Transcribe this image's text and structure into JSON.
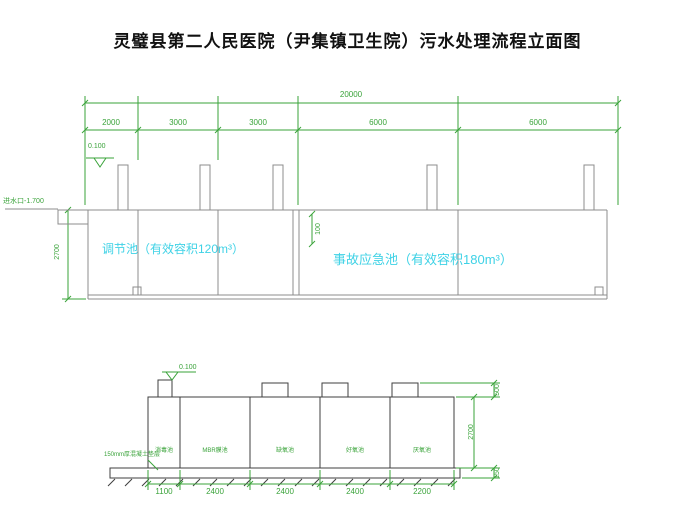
{
  "title": "灵璧县第二人民医院（尹集镇卫生院）污水处理流程立面图",
  "colors": {
    "dimension_green": "#3aa33a",
    "label_cyan": "#3fd2e6",
    "structure_gray": "#8c8c8c",
    "structure_dark": "#3f3f3f"
  },
  "upper": {
    "total_dim": "20000",
    "segment_dims": [
      "2000",
      "3000",
      "3000",
      "6000",
      "6000"
    ],
    "elevation": "0.100",
    "inlet_label": "进水口-1.700",
    "height_dim": "2700",
    "gap_dim": "100",
    "tank1_label": "调节池（有效容积120m³）",
    "tank2_label": "事故应急池（有效容积180m³）"
  },
  "lower": {
    "elevation": "0.100",
    "slab_label": "150mm厚混凝土垫层",
    "section_labels": [
      "消毒池",
      "MBR膜池",
      "缺氧池",
      "好氧池",
      "厌氧池"
    ],
    "bottom_dims": [
      "1100",
      "2400",
      "2400",
      "2400",
      "2200"
    ],
    "right_dims": [
      "500",
      "2700",
      "150"
    ]
  }
}
